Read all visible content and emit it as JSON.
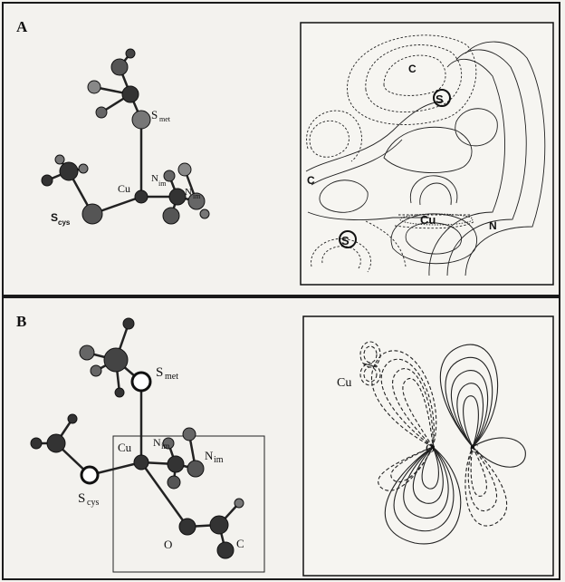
{
  "panel_a": {
    "letter": "A",
    "molecule": {
      "s_met": "S",
      "s_met_sub": "met",
      "cu": "Cu",
      "n_im_1": "N",
      "n_im_1_sub": "im",
      "n_im_2": "N",
      "n_im_2_sub": "im",
      "s_cys": "S",
      "s_cys_sub": "cys"
    },
    "contour": {
      "c_top": "C",
      "s_top": "S",
      "c_left": "C",
      "cu": "Cu",
      "s_bottom": "S",
      "n_right": "N"
    }
  },
  "panel_b": {
    "letter": "B",
    "molecule": {
      "s_met": "S",
      "s_met_sub": "met",
      "cu": "Cu",
      "n_im_1": "N",
      "n_im_1_sub": "im",
      "n_im_2": "N",
      "n_im_2_sub": "im",
      "s_cys": "S",
      "s_cys_sub": "cys",
      "o": "O",
      "c": "C"
    },
    "contour": {
      "cu": "Cu",
      "o": "O",
      "c": "C"
    }
  }
}
